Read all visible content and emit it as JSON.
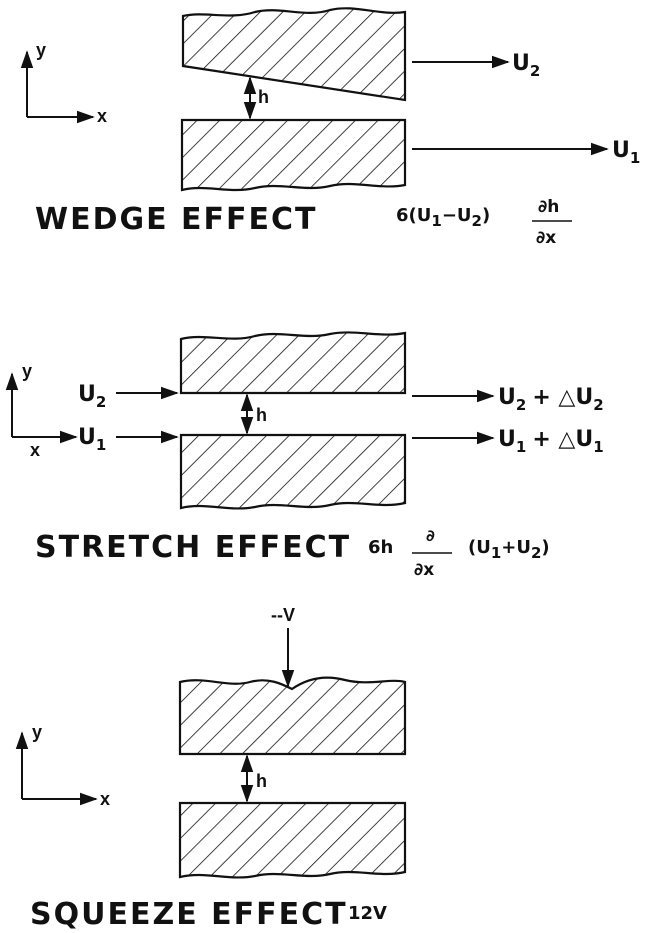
{
  "axes": {
    "y": "y",
    "x": "x"
  },
  "wedge": {
    "title": "WEDGE EFFECT",
    "gap": "h",
    "u2": "U",
    "u2_sub": "2",
    "u1": "U",
    "u1_sub": "1",
    "formula_prefix": "6(U",
    "formula_sub1": "1",
    "formula_minus": "−U",
    "formula_sub2": "2",
    "formula_close": ")",
    "formula_num": "∂h",
    "formula_den": "∂x"
  },
  "stretch": {
    "title": "STRETCH EFFECT",
    "gap": "h",
    "in_top": "U",
    "in_top_sub": "2",
    "in_bot": "U",
    "in_bot_sub": "1",
    "out_top": "U",
    "out_top_sub": "2",
    "out_top_plus": "+ △U",
    "out_top_sub2": "2",
    "out_bot": "U",
    "out_bot_sub": "1",
    "out_bot_plus": "+ △U",
    "out_bot_sub2": "1",
    "formula_prefix": "6h",
    "formula_num": "∂",
    "formula_den": "∂x",
    "formula_open": "(U",
    "formula_sub1": "1",
    "formula_plus": "+U",
    "formula_sub2": "2",
    "formula_close": ")"
  },
  "squeeze": {
    "title": "SQUEEZE EFFECT",
    "gap": "h",
    "velocity": "--V",
    "formula": "12V"
  }
}
